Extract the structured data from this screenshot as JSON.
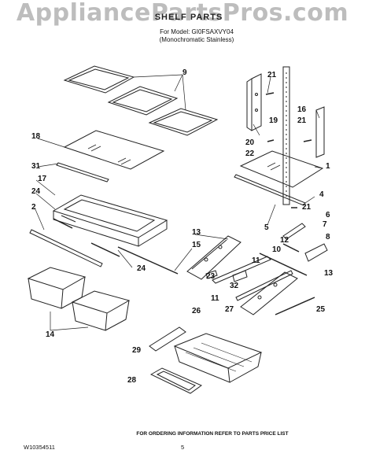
{
  "watermark": "AppliancePartsPros.com",
  "header": {
    "title": "SHELF PARTS",
    "model_line": "For Model: GI0FSAXVY04",
    "finish_line": "(Monochromatic Stainless)"
  },
  "callouts": [
    "1",
    "2",
    "4",
    "5",
    "6",
    "7",
    "8",
    "9",
    "10",
    "11",
    "11",
    "12",
    "13",
    "13",
    "14",
    "15",
    "16",
    "17",
    "18",
    "19",
    "20",
    "21",
    "21",
    "21",
    "22",
    "23",
    "24",
    "24",
    "25",
    "26",
    "27",
    "28",
    "29",
    "31",
    "32"
  ],
  "footer": {
    "ordering_note": "FOR ORDERING INFORMATION REFER TO PARTS PRICE LIST",
    "doc_code": "W10354511",
    "page_number": "5"
  }
}
